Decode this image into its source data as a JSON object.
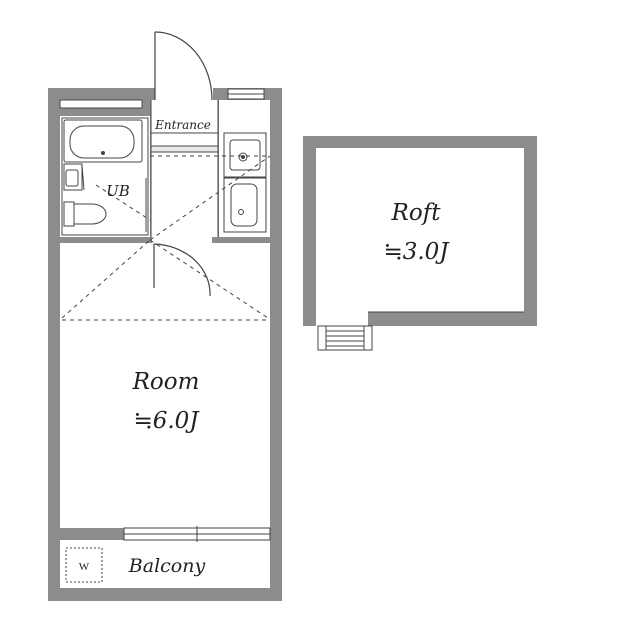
{
  "floorplan": {
    "entrance_label": "Entrance",
    "unit_bath_label": "UB",
    "room": {
      "label": "Room",
      "size": "≒6.0J"
    },
    "loft": {
      "label": "Roft",
      "size": "≒3.0J"
    },
    "balcony_label": "Balcony",
    "washer_label": "W"
  },
  "colors": {
    "wall": "#8c8c8c",
    "line": "#444444",
    "text": "#222222"
  }
}
